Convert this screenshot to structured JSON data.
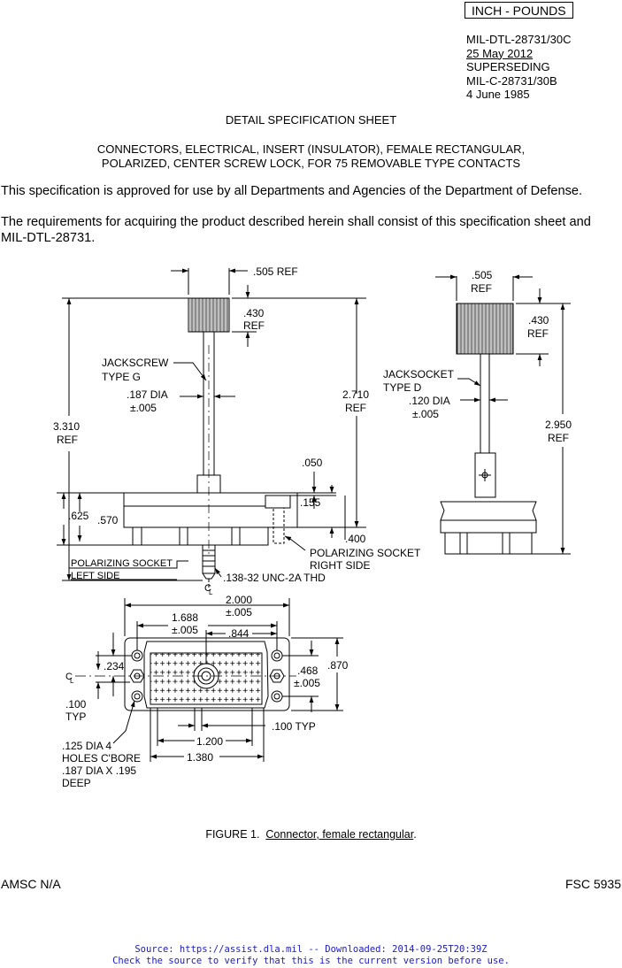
{
  "header": {
    "units_box": "INCH - POUNDS",
    "doc_number": "MIL-DTL-28731/30C",
    "doc_date": "25 May 2012",
    "superseding": "SUPERSEDING",
    "prev_number": "MIL-C-28731/30B",
    "prev_date": "4 June 1985"
  },
  "title": {
    "sheet": "DETAIL SPECIFICATION SHEET",
    "line1": "CONNECTORS, ELECTRICAL, INSERT (INSULATOR), FEMALE RECTANGULAR,",
    "line2": "POLARIZED, CENTER SCREW LOCK, FOR 75 REMOVABLE TYPE CONTACTS"
  },
  "body": {
    "approval": "This specification is approved for use by all Departments and Agencies of the Department of Defense.",
    "requirements_1": "The requirements for acquiring the product described herein shall consist of this specification sheet and",
    "requirements_2": "MIL-DTL-28731."
  },
  "drawing": {
    "side": {
      "dim_505": ".505 REF",
      "dim_430a": ".430",
      "dim_430b": "REF",
      "jackscrew_1": "JACKSCREW",
      "jackscrew_2": "TYPE G",
      "dia187_1": ".187 DIA",
      "dia187_2": "±.005",
      "dim_2710a": "2.710",
      "dim_2710b": "REF",
      "dim_3310a": "3.310",
      "dim_3310b": "REF",
      "dim_050": ".050",
      "dim_155": ".155",
      "dim_625": ".625",
      "dim_570": ".570",
      "dim_400": ".400",
      "pol_right_1": "POLARIZING SOCKET",
      "pol_right_2": "RIGHT SIDE",
      "pol_left_1": "POLARIZING SOCKET",
      "pol_left_2": "LEFT SIDE",
      "thread": ".138-32 UNC-2A THD",
      "cl": "C",
      "cl_sub": "L"
    },
    "right": {
      "dim_505a": ".505",
      "dim_505b": "REF",
      "dim_430a": ".430",
      "dim_430b": "REF",
      "jacksocket_1": "JACKSOCKET",
      "jacksocket_2": "TYPE D",
      "dia120_1": ".120 DIA",
      "dia120_2": "±.005",
      "dim_2950a": "2.950",
      "dim_2950b": "REF"
    },
    "face": {
      "dim_2000a": "2.000",
      "dim_2000b": "±.005",
      "dim_1688a": "1.688",
      "dim_1688b": "±.005",
      "dim_844": ".844",
      "dim_234": ".234",
      "dim_468a": ".468",
      "dim_468b": "±.005",
      "dim_870": ".870",
      "dim_100a": ".100",
      "dim_100b": "TYP",
      "dim_100typ": ".100 TYP",
      "dim_1200": "1.200",
      "dim_1380": "1.380",
      "holes_1": ".125 DIA 4",
      "holes_2": "HOLES C'BORE",
      "holes_3": ".187 DIA X .195",
      "holes_4": "DEEP",
      "cl": "C",
      "cl_sub": "L"
    }
  },
  "caption": {
    "label": "FIGURE 1.",
    "text": "Connector, female rectangular"
  },
  "footer": {
    "amsc": "AMSC N/A",
    "fsc": "FSC 5935",
    "source": "Source: https://assist.dla.mil -- Downloaded: 2014-09-25T20:39Z",
    "check": "Check the source to verify that this is the current version before use."
  }
}
